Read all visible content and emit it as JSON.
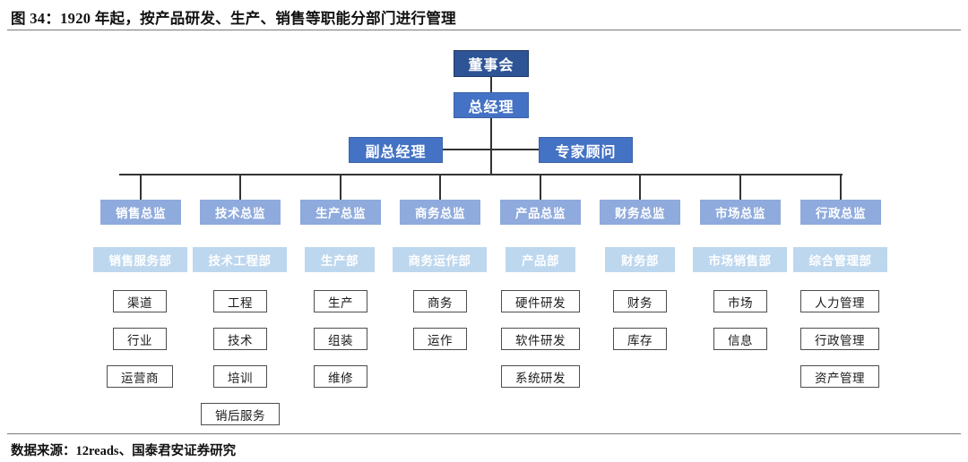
{
  "header": {
    "title": "图 34：1920 年起，按产品研发、生产、销售等职能分部门进行管理"
  },
  "footer": {
    "source": "数据来源：12reads、国泰君安证券研究"
  },
  "colors": {
    "board": "#2E5496",
    "executive": "#4472C4",
    "director": "#8FAADC",
    "department": "#BDD7EE",
    "leaf_border": "#4D4D4D",
    "connector": "#333333",
    "rule": "#7A7A7A"
  },
  "chart_data": {
    "type": "diagram",
    "title": "图 34：1920 年起，按产品研发、生产、销售等职能分部门进行管理",
    "levels": [
      "board",
      "general-manager",
      "deputy/advisor",
      "directors",
      "departments",
      "teams"
    ],
    "top": {
      "board": "董事会",
      "general_manager": "总经理",
      "deputy_manager": "副总经理",
      "expert_advisor": "专家顾问"
    },
    "columns": [
      {
        "director": "销售总监",
        "department": "销售服务部",
        "teams": [
          "渠道",
          "行业",
          "运营商"
        ]
      },
      {
        "director": "技术总监",
        "department": "技术工程部",
        "teams": [
          "工程",
          "技术",
          "培训",
          "销后服务"
        ]
      },
      {
        "director": "生产总监",
        "department": "生产部",
        "teams": [
          "生产",
          "组装",
          "维修"
        ]
      },
      {
        "director": "商务总监",
        "department": "商务运作部",
        "teams": [
          "商务",
          "运作"
        ]
      },
      {
        "director": "产品总监",
        "department": "产品部",
        "teams": [
          "硬件研发",
          "软件研发",
          "系统研发"
        ]
      },
      {
        "director": "财务总监",
        "department": "财务部",
        "teams": [
          "财务",
          "库存"
        ]
      },
      {
        "director": "市场总监",
        "department": "市场销售部",
        "teams": [
          "市场",
          "信息"
        ]
      },
      {
        "director": "行政总监",
        "department": "综合管理部",
        "teams": [
          "人力管理",
          "行政管理",
          "资产管理"
        ]
      }
    ]
  }
}
